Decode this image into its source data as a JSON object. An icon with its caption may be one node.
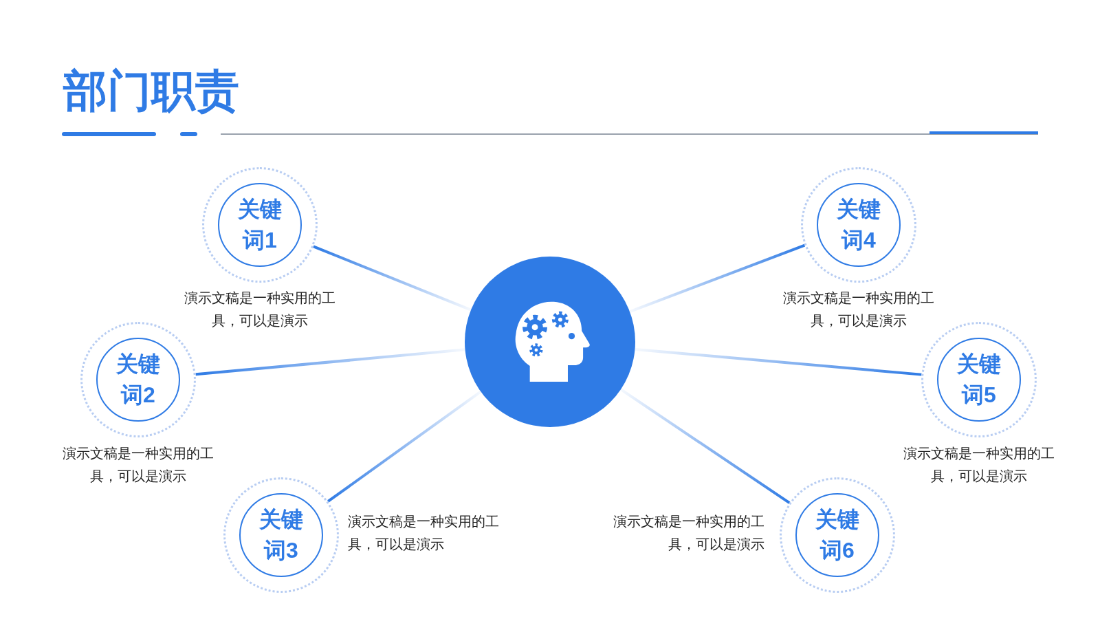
{
  "diagram": {
    "title": "部门职责",
    "nodes": [
      {
        "text": [],
        "shape": "circle"
      },
      {
        "text": [
          "关键词1"
        ],
        "beside": [
          "演示文稿是一种实用的工具，可以是演示"
        ]
      },
      {
        "text": [
          "关键词2"
        ],
        "beside": [
          "演示文稿是一种实用的工具，可以是演示"
        ]
      },
      {
        "text": [
          "关键词3"
        ],
        "beside": [
          "演示文稿是一种实用的工具，可以是演示"
        ]
      },
      {
        "text": [
          "关键词4"
        ],
        "beside": [
          "演示文稿是一种实用的工具，可以是演示"
        ]
      },
      {
        "text": [
          "关键词5"
        ],
        "beside": [
          "演示文稿是一种实用的工具，可以是演示"
        ]
      },
      {
        "text": [
          "关键词6"
        ],
        "beside": [
          "演示文稿是一种实用的工具，可以是演示"
        ]
      }
    ],
    "edges": [
      {
        "from": 0,
        "to": 1,
        "arrow": "none"
      },
      {
        "from": 0,
        "to": 2,
        "arrow": "none"
      },
      {
        "from": 0,
        "to": 3,
        "arrow": "none"
      },
      {
        "from": 0,
        "to": 4,
        "arrow": "none"
      },
      {
        "from": 0,
        "to": 5,
        "arrow": "none"
      },
      {
        "from": 0,
        "to": 6,
        "arrow": "none"
      }
    ]
  }
}
